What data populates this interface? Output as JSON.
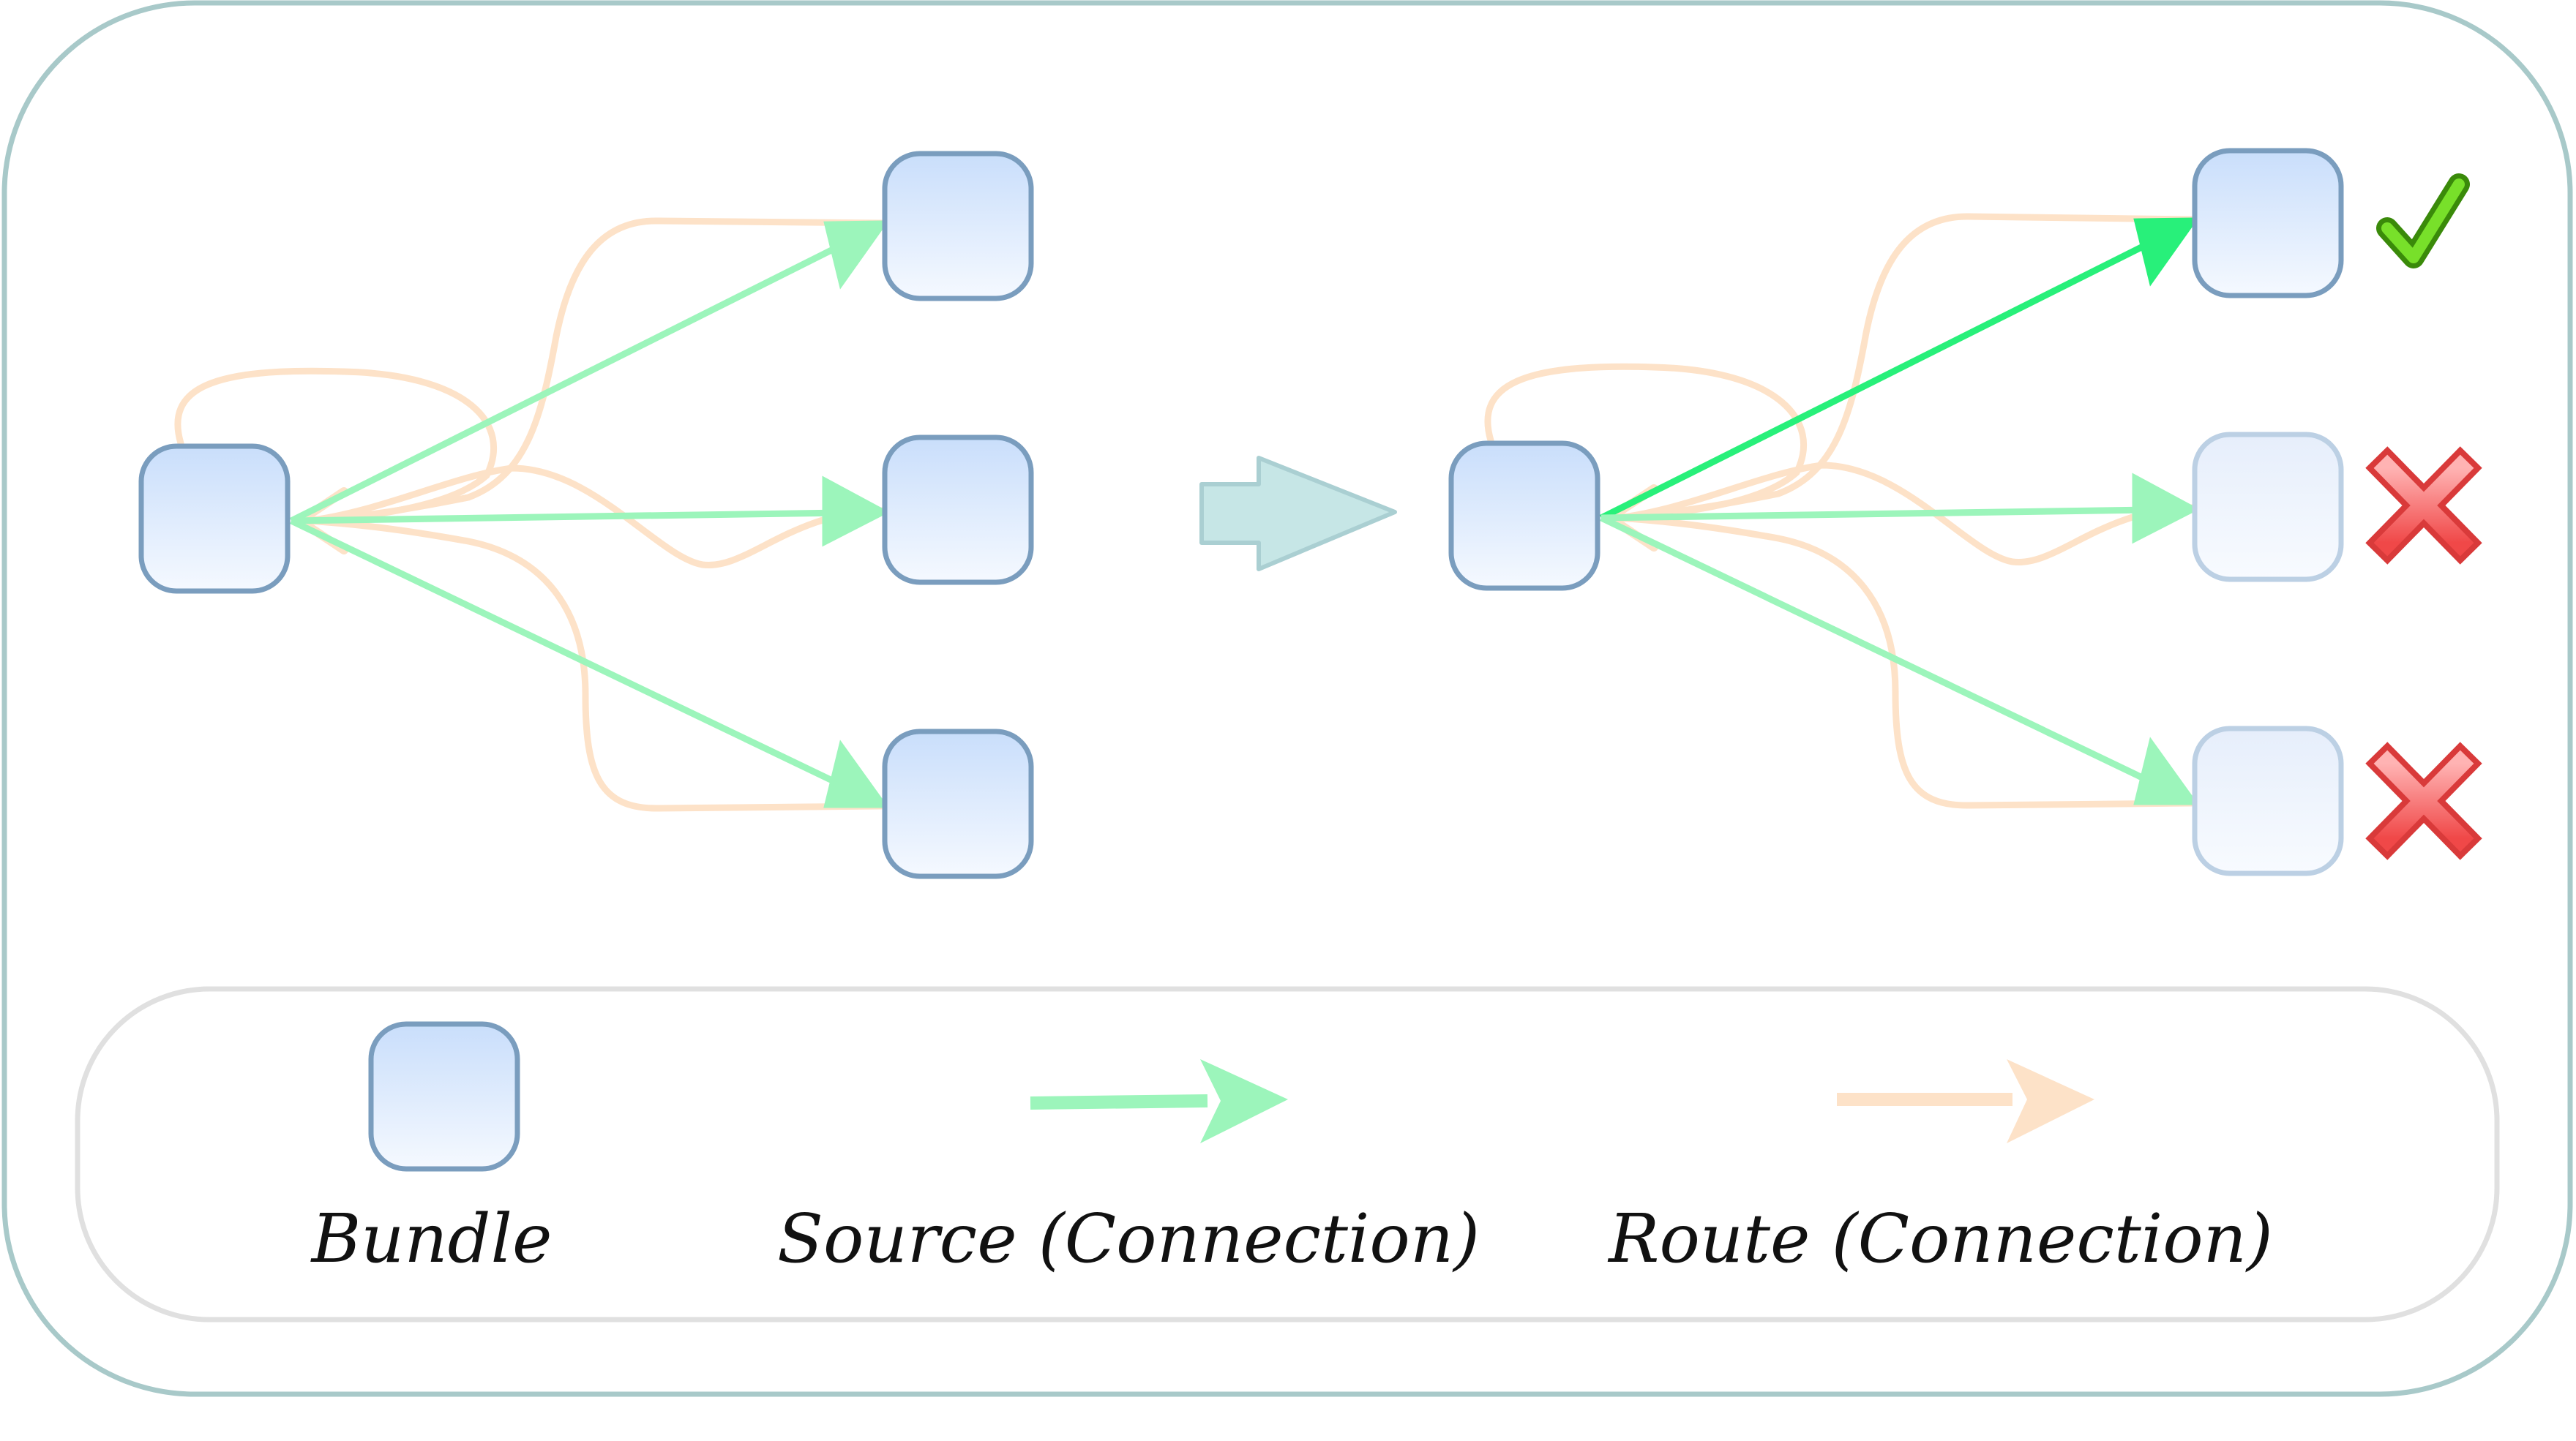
{
  "legend": {
    "bundle_label": "Bundle",
    "source_label": "Source (Connection)",
    "route_label": "Route (Connection)"
  },
  "colors": {
    "frame_border": "#a8c9c9",
    "legend_border": "#e0e0e0",
    "bundle_stroke": "#7a9dbe",
    "bundle_fill_top": "#c9defb",
    "bundle_fill_bottom": "#f5f9ff",
    "bundle_dim_stroke": "#bcd0e4",
    "bundle_dim_fill": "#f0f5fd",
    "source_connection": "#9cf5bb",
    "source_connection_active": "#28f07a",
    "route_connection": "#fde2c8",
    "transition_arrow_fill": "#c6e6e6",
    "transition_arrow_stroke": "#aacfd2",
    "check_mark": "#5ec81e",
    "cross_mark": "#ee4444"
  },
  "icons": {
    "accepted": "check-mark-icon",
    "rejected": "cross-mark-icon",
    "transition": "right-arrow-icon"
  },
  "outcomes": [
    "accepted",
    "rejected",
    "rejected"
  ]
}
